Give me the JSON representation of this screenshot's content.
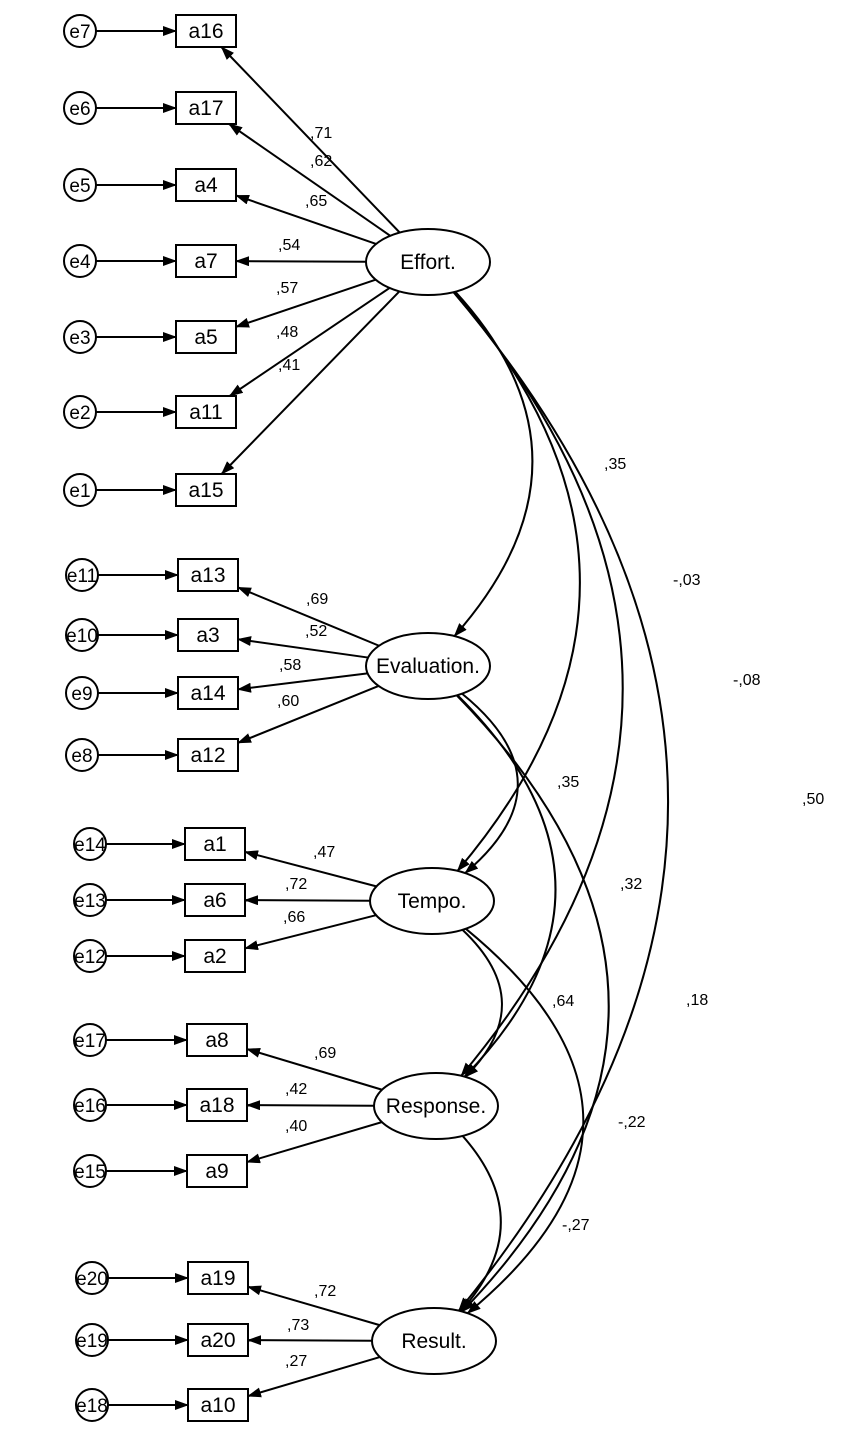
{
  "factors": [
    {
      "id": "effort",
      "label": "Effort."
    },
    {
      "id": "evaluation",
      "label": "Evaluation."
    },
    {
      "id": "tempo",
      "label": "Tempo."
    },
    {
      "id": "response",
      "label": "Response."
    },
    {
      "id": "result",
      "label": "Result."
    }
  ],
  "indicators": [
    {
      "id": "a16",
      "label": "a16",
      "error": "e7",
      "factor": "effort",
      "loading": ",71"
    },
    {
      "id": "a17",
      "label": "a17",
      "error": "e6",
      "factor": "effort",
      "loading": ",62"
    },
    {
      "id": "a4",
      "label": "a4",
      "error": "e5",
      "factor": "effort",
      "loading": ",65"
    },
    {
      "id": "a7",
      "label": "a7",
      "error": "e4",
      "factor": "effort",
      "loading": ",54"
    },
    {
      "id": "a5",
      "label": "a5",
      "error": "e3",
      "factor": "effort",
      "loading": ",57"
    },
    {
      "id": "a11",
      "label": "a11",
      "error": "e2",
      "factor": "effort",
      "loading": ",48"
    },
    {
      "id": "a15",
      "label": "a15",
      "error": "e1",
      "factor": "effort",
      "loading": ",41"
    },
    {
      "id": "a13",
      "label": "a13",
      "error": "e11",
      "factor": "evaluation",
      "loading": ",69"
    },
    {
      "id": "a3",
      "label": "a3",
      "error": "e10",
      "factor": "evaluation",
      "loading": ",52"
    },
    {
      "id": "a14",
      "label": "a14",
      "error": "e9",
      "factor": "evaluation",
      "loading": ",58"
    },
    {
      "id": "a12",
      "label": "a12",
      "error": "e8",
      "factor": "evaluation",
      "loading": ",60"
    },
    {
      "id": "a1",
      "label": "a1",
      "error": "e14",
      "factor": "tempo",
      "loading": ",47"
    },
    {
      "id": "a6",
      "label": "a6",
      "error": "e13",
      "factor": "tempo",
      "loading": ",72"
    },
    {
      "id": "a2",
      "label": "a2",
      "error": "e12",
      "factor": "tempo",
      "loading": ",66"
    },
    {
      "id": "a8",
      "label": "a8",
      "error": "e17",
      "factor": "response",
      "loading": ",69"
    },
    {
      "id": "a18",
      "label": "a18",
      "error": "e16",
      "factor": "response",
      "loading": ",42"
    },
    {
      "id": "a9",
      "label": "a9",
      "error": "e15",
      "factor": "response",
      "loading": ",40"
    },
    {
      "id": "a19",
      "label": "a19",
      "error": "e20",
      "factor": "result",
      "loading": ",72"
    },
    {
      "id": "a20",
      "label": "a20",
      "error": "e19",
      "factor": "result",
      "loading": ",73"
    },
    {
      "id": "a10",
      "label": "a10",
      "error": "e18",
      "factor": "result",
      "loading": ",27"
    }
  ],
  "correlations": [
    {
      "from": "effort",
      "to": "evaluation",
      "value": ",35"
    },
    {
      "from": "effort",
      "to": "tempo",
      "value": "-,03"
    },
    {
      "from": "effort",
      "to": "response",
      "value": "-,08"
    },
    {
      "from": "effort",
      "to": "result",
      "value": ",50"
    },
    {
      "from": "evaluation",
      "to": "tempo",
      "value": ",35"
    },
    {
      "from": "evaluation",
      "to": "response",
      "value": ",32"
    },
    {
      "from": "evaluation",
      "to": "result",
      "value": ",18"
    },
    {
      "from": "tempo",
      "to": "response",
      "value": ",64"
    },
    {
      "from": "tempo",
      "to": "result",
      "value": "-,22"
    },
    {
      "from": "response",
      "to": "result",
      "value": "-,27"
    }
  ]
}
